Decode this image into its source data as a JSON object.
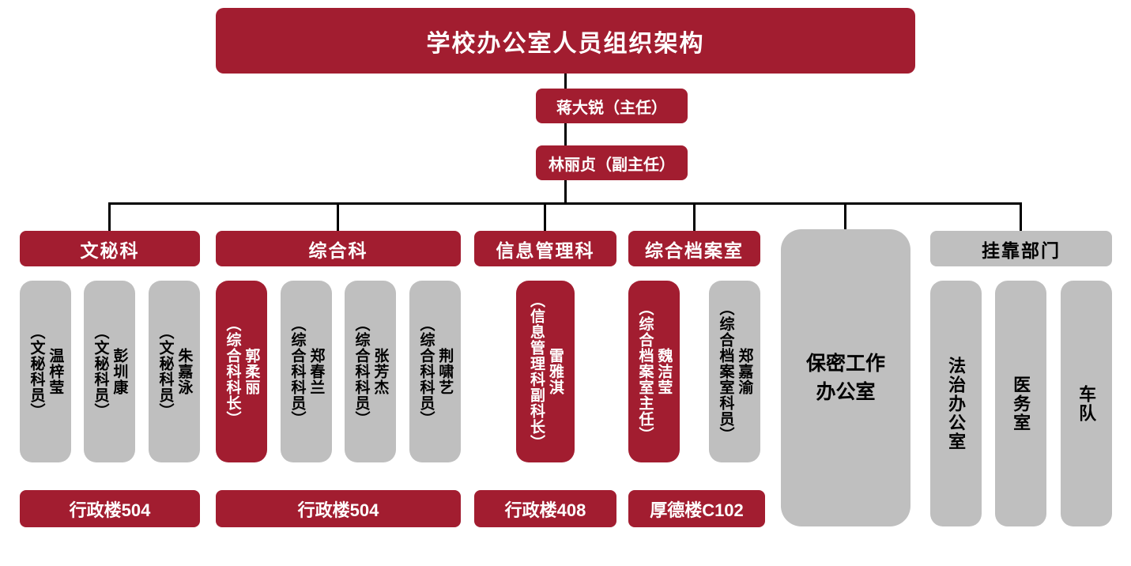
{
  "colors": {
    "primary_red": "#A21D30",
    "box_gray": "#BFBFBF",
    "line_black": "#000000",
    "background": "#FFFFFF"
  },
  "header": {
    "title": "学校办公室人员组织架构"
  },
  "leaders": {
    "director": "蒋大锐（主任）",
    "deputy": "林丽贞（副主任）"
  },
  "branches": [
    {
      "label": "文秘科",
      "room": "行政楼504",
      "members": [
        {
          "title": "（文秘科员）",
          "name": "温梓莹"
        },
        {
          "title": "（文秘科员）",
          "name": "彭圳康"
        },
        {
          "title": "（文秘科员）",
          "name": "朱嘉泳"
        }
      ]
    },
    {
      "label": "综合科",
      "room": "行政楼504",
      "members": [
        {
          "title": "（综合科科长）",
          "name": "郭柔丽",
          "highlight": true
        },
        {
          "title": "（综合科科员）",
          "name": "郑春兰"
        },
        {
          "title": "（综合科科员）",
          "name": "张芳杰"
        },
        {
          "title": "（综合科科员）",
          "name": "荆啸艺"
        }
      ]
    },
    {
      "label": "信息管理科",
      "room": "行政楼408",
      "members": [
        {
          "title": "（信息管理科副科长）",
          "name": "雷雅淇",
          "highlight": true
        }
      ]
    },
    {
      "label": "综合档案室",
      "room": "厚德楼C102",
      "members": [
        {
          "title": "（综合档案室主任）",
          "name": "魏洁莹",
          "highlight": true
        },
        {
          "title": "（综合档案室科员）",
          "name": "郑嘉渝"
        }
      ]
    },
    {
      "label": "保密工作办公室"
    },
    {
      "label": "挂靠部门",
      "members": [
        {
          "name": "法治办公室"
        },
        {
          "name": "医务室"
        },
        {
          "name": "车队"
        }
      ]
    }
  ]
}
